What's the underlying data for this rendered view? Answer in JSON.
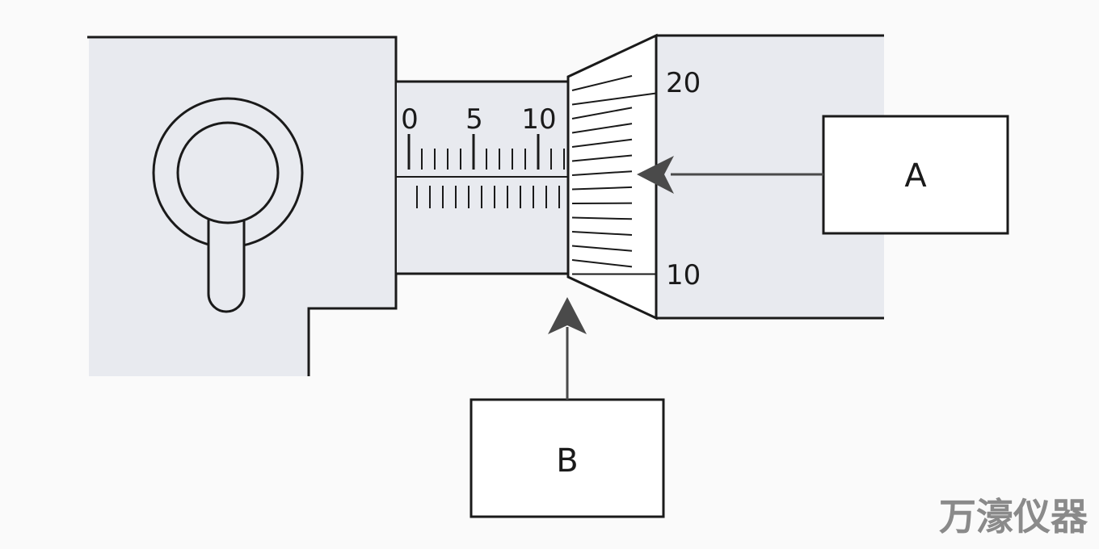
{
  "colors": {
    "fill": "#e8eaef",
    "stroke": "#1a1a1a",
    "arrow": "#4a4a4a",
    "watermark": "#8a8a8a"
  },
  "sleeve": {
    "scale_labels": [
      "0",
      "5",
      "10"
    ]
  },
  "thimble": {
    "scale_labels": [
      "20",
      "10"
    ]
  },
  "callouts": {
    "a_label": "A",
    "b_label": "B"
  },
  "watermark": "万濠仪器"
}
